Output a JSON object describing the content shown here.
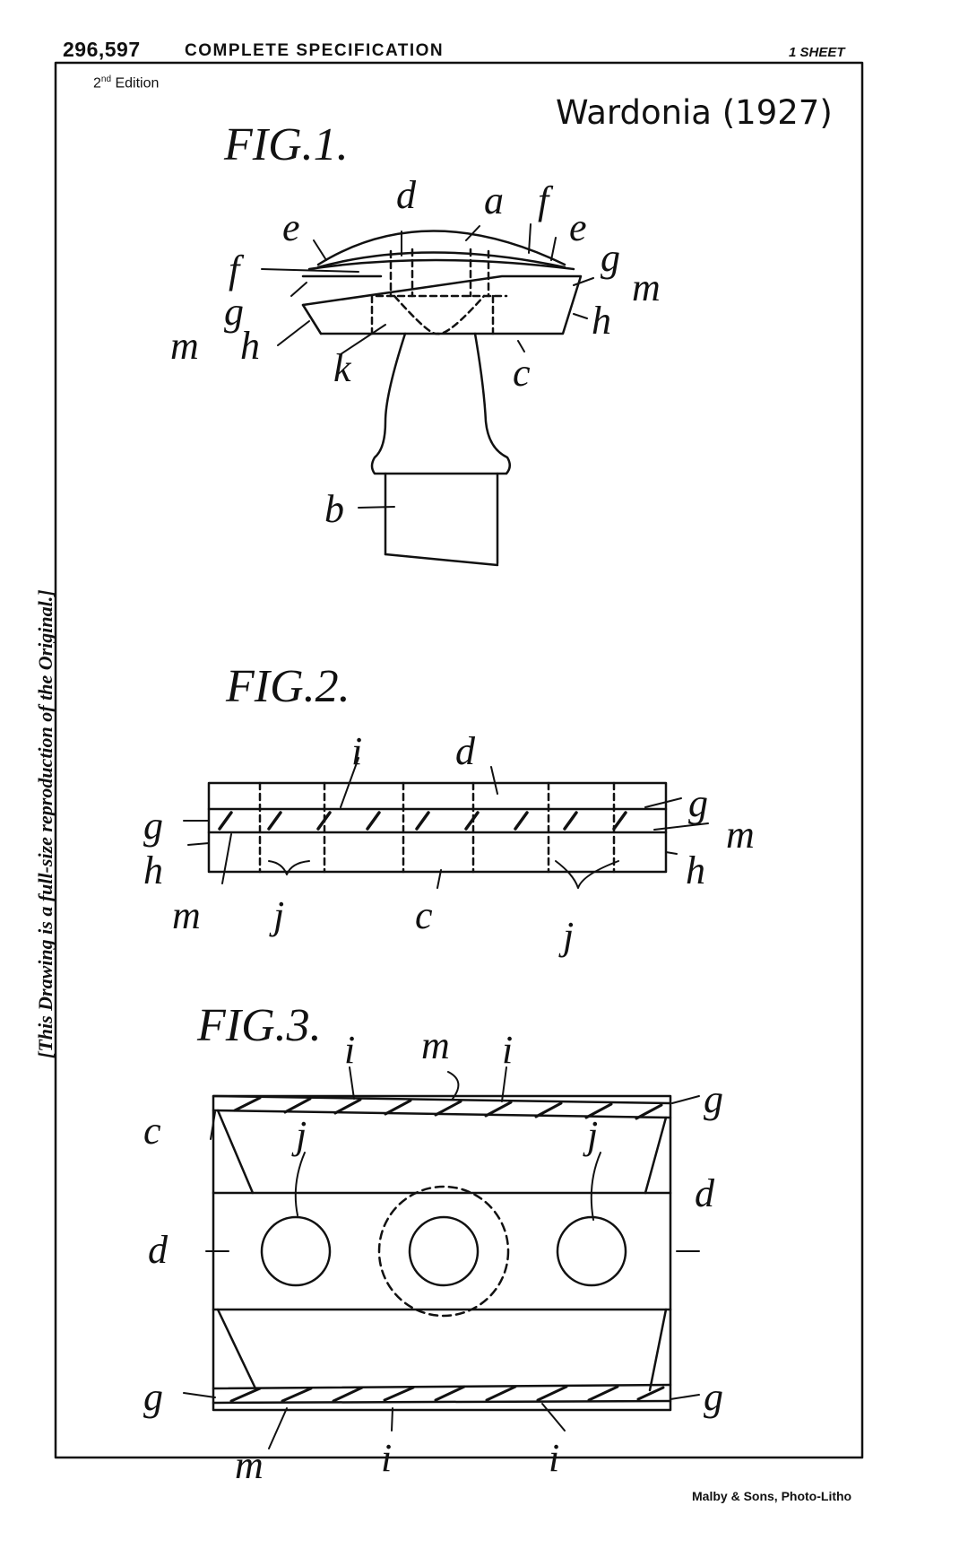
{
  "header": {
    "number": "296,597",
    "title": "COMPLETE SPECIFICATION",
    "sheet": "1 SHEET",
    "edition_num": "2",
    "edition_sup": "nd",
    "edition_word": "Edition"
  },
  "watermark": "Wardonia (1927)",
  "side_note": "[This Drawing is a full-size reproduction of the Original.]",
  "footer": "Malby & Sons, Photo-Litho",
  "figures": {
    "fig1": {
      "title": "FIG.1.",
      "labels": [
        "d",
        "a",
        "f",
        "e",
        "e",
        "f",
        "g",
        "m",
        "g",
        "m",
        "h",
        "h",
        "k",
        "c",
        "b"
      ]
    },
    "fig2": {
      "title": "FIG.2.",
      "labels": [
        "i",
        "d",
        "g",
        "g",
        "h",
        "m",
        "m",
        "j",
        "c",
        "j",
        "h"
      ]
    },
    "fig3": {
      "title": "FIG.3.",
      "labels": [
        "i",
        "m",
        "i",
        "g",
        "c",
        "j",
        "j",
        "d",
        "d",
        "g",
        "g",
        "m",
        "i",
        "i"
      ]
    }
  }
}
